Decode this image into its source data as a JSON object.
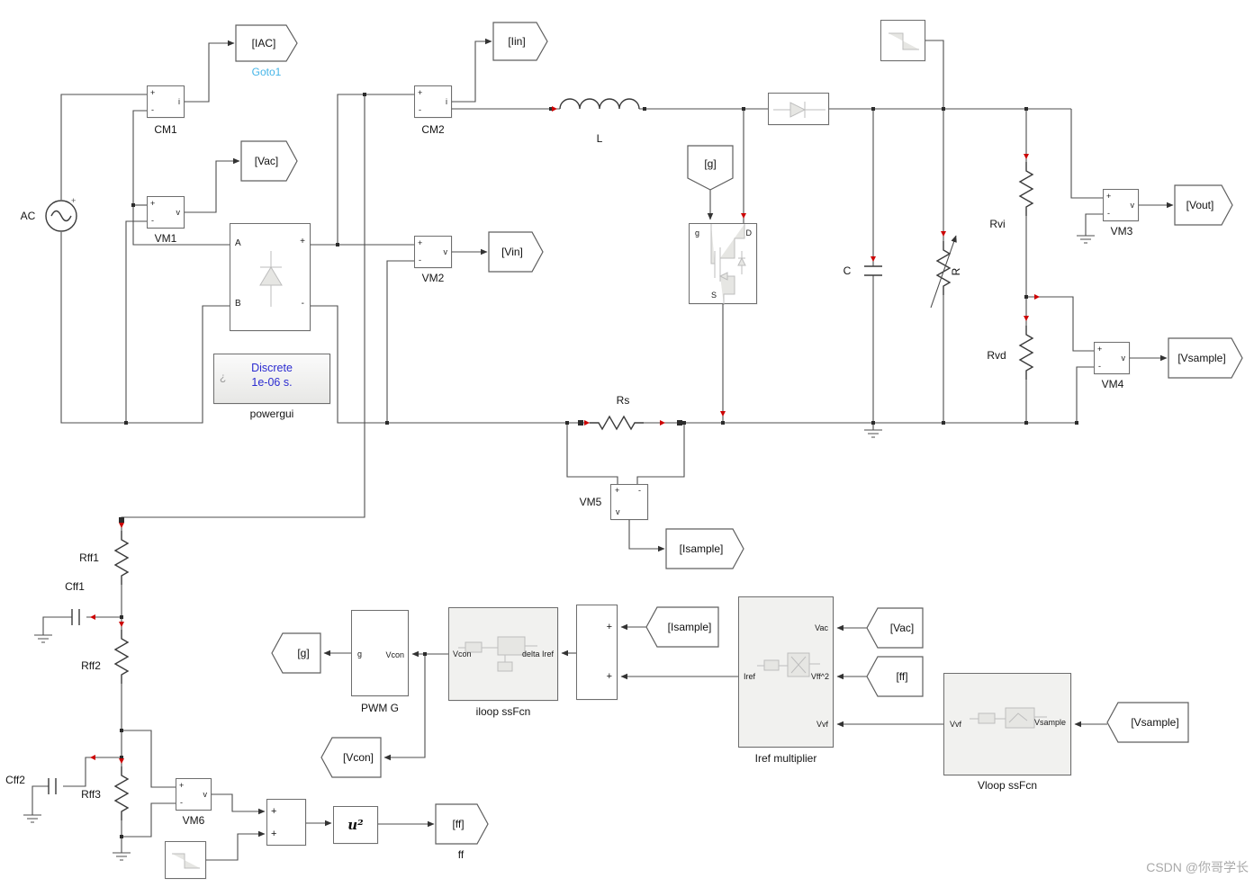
{
  "watermark": "CSDN @你哥学长",
  "colors": {
    "goto_label": "#45b5e8",
    "powergui_text": "#2b2bd0",
    "wire": "#4d4d4d",
    "terminal_red": "#cc0000",
    "subsystem_fill": "#f1f1ef"
  },
  "labels": {
    "ac": "AC",
    "cm1": "CM1",
    "vm1": "VM1",
    "cm2": "CM2",
    "vm2": "VM2",
    "vm3": "VM3",
    "vm4": "VM4",
    "vm5": "VM5",
    "vm6": "VM6",
    "goto1": "Goto1",
    "powergui_l1": "Discrete",
    "powergui_l2": "1e-06 s.",
    "powergui": "powergui",
    "inductor": "L",
    "cap": "C",
    "load_r": "R",
    "rvi": "Rvi",
    "rvd": "Rvd",
    "rs": "Rs",
    "rff1": "Rff1",
    "cff1": "Cff1",
    "rff2": "Rff2",
    "cff2": "Cff2",
    "rff3": "Rff3",
    "u2": "u²",
    "ff": "ff",
    "pwm": "PWM G",
    "iloop": "iloop ssFcn",
    "iref_mult": "Iref multiplier",
    "vloop": "Vloop ssFcn"
  },
  "tags": {
    "iac": "[IAC]",
    "vac_top": "[Vac]",
    "iin": "[Iin]",
    "vin": "[Vin]",
    "g_gate": "[g]",
    "vout": "[Vout]",
    "vsample_right": "[Vsample]",
    "isample_meas": "[Isample]",
    "g_ctrl": "[g]",
    "vcon": "[Vcon]",
    "isample_ctrl": "[Isample]",
    "vac_ctrl": "[Vac]",
    "ff_ctrl": "[ff]",
    "ff_out": "[ff]",
    "vsample_ctrl": "[Vsample]"
  },
  "ports": {
    "plus": "+",
    "minus": "-",
    "i": "i",
    "v": "v",
    "a": "A",
    "b": "B",
    "g": "g",
    "d": "D",
    "s": "S",
    "vcon": "Vcon",
    "delta_iref": "delta Iref",
    "iref": "Iref",
    "vac": "Vac",
    "vff2": "Vff^2",
    "vvf": "Vvf",
    "vsample": "Vsample"
  }
}
